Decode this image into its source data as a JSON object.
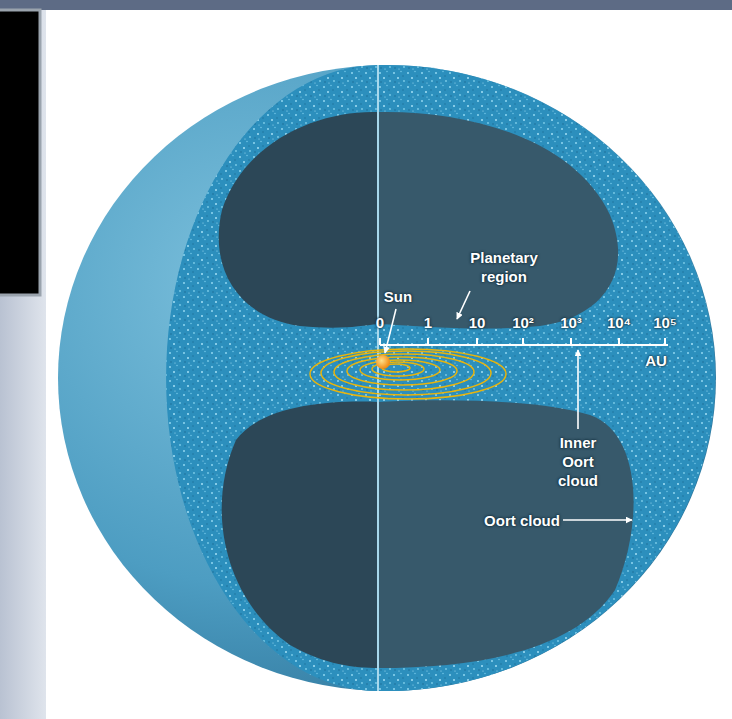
{
  "diagram": {
    "labels": [
      "Planetary region",
      "Sun",
      "0",
      "1",
      "10",
      "10²",
      "10³",
      "10⁴",
      "10⁵",
      "AU",
      "Inner Oort cloud",
      "Oort cloud"
    ]
  }
}
